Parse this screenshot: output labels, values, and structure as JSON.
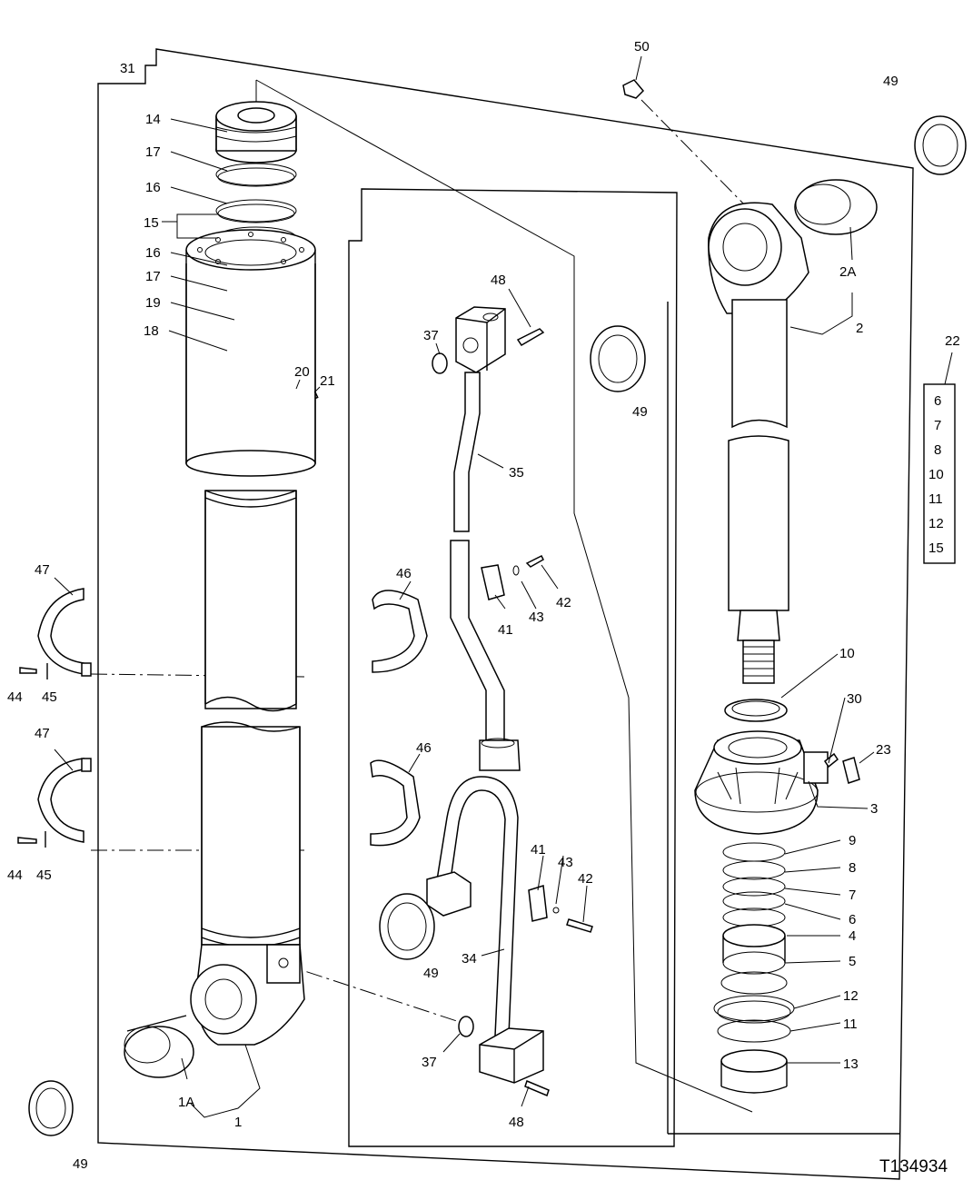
{
  "drawing_id": "T134934",
  "labels": {
    "l31": "31",
    "l50": "50",
    "l49a": "49",
    "l49b": "49",
    "l49c": "49",
    "l49d": "49",
    "l14": "14",
    "l17a": "17",
    "l16a": "16",
    "l15": "15",
    "l16b": "16",
    "l17b": "17",
    "l19": "19",
    "l18": "18",
    "l20": "20",
    "l21": "21",
    "l48a": "48",
    "l37a": "37",
    "l35": "35",
    "l2a": "2A",
    "l2": "2",
    "l47a": "47",
    "l46a": "46",
    "l41a": "41",
    "l43a": "43",
    "l42a": "42",
    "l44a": "44",
    "l45a": "45",
    "l10": "10",
    "l30": "30",
    "l23": "23",
    "l3": "3",
    "l47b": "47",
    "l46b": "46",
    "l41b": "41",
    "l43b": "43",
    "l42b": "42",
    "l44b": "44",
    "l45b": "45",
    "l9": "9",
    "l8": "8",
    "l7": "7",
    "l6": "6",
    "l4": "4",
    "l5": "5",
    "l12": "12",
    "l11": "11",
    "l13": "13",
    "l34": "34",
    "l37b": "37",
    "l48b": "48",
    "l1a": "1A",
    "l1": "1"
  },
  "seal_kit": {
    "label": "22",
    "items": [
      "6",
      "7",
      "8",
      "10",
      "11",
      "12",
      "15"
    ]
  }
}
